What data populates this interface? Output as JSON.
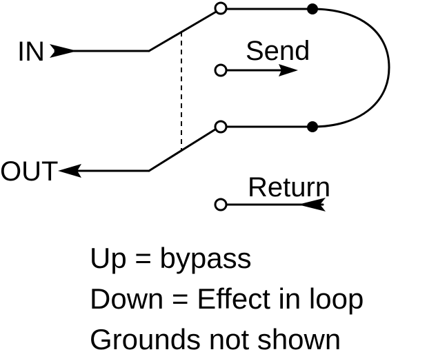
{
  "labels": {
    "in": "IN",
    "out": "OUT",
    "send": "Send",
    "return": "Return"
  },
  "notes": [
    "Up = bypass",
    "Down = Effect in loop",
    "Grounds not shown"
  ],
  "colors": {
    "ink": "#000000",
    "background": "#ffffff"
  }
}
